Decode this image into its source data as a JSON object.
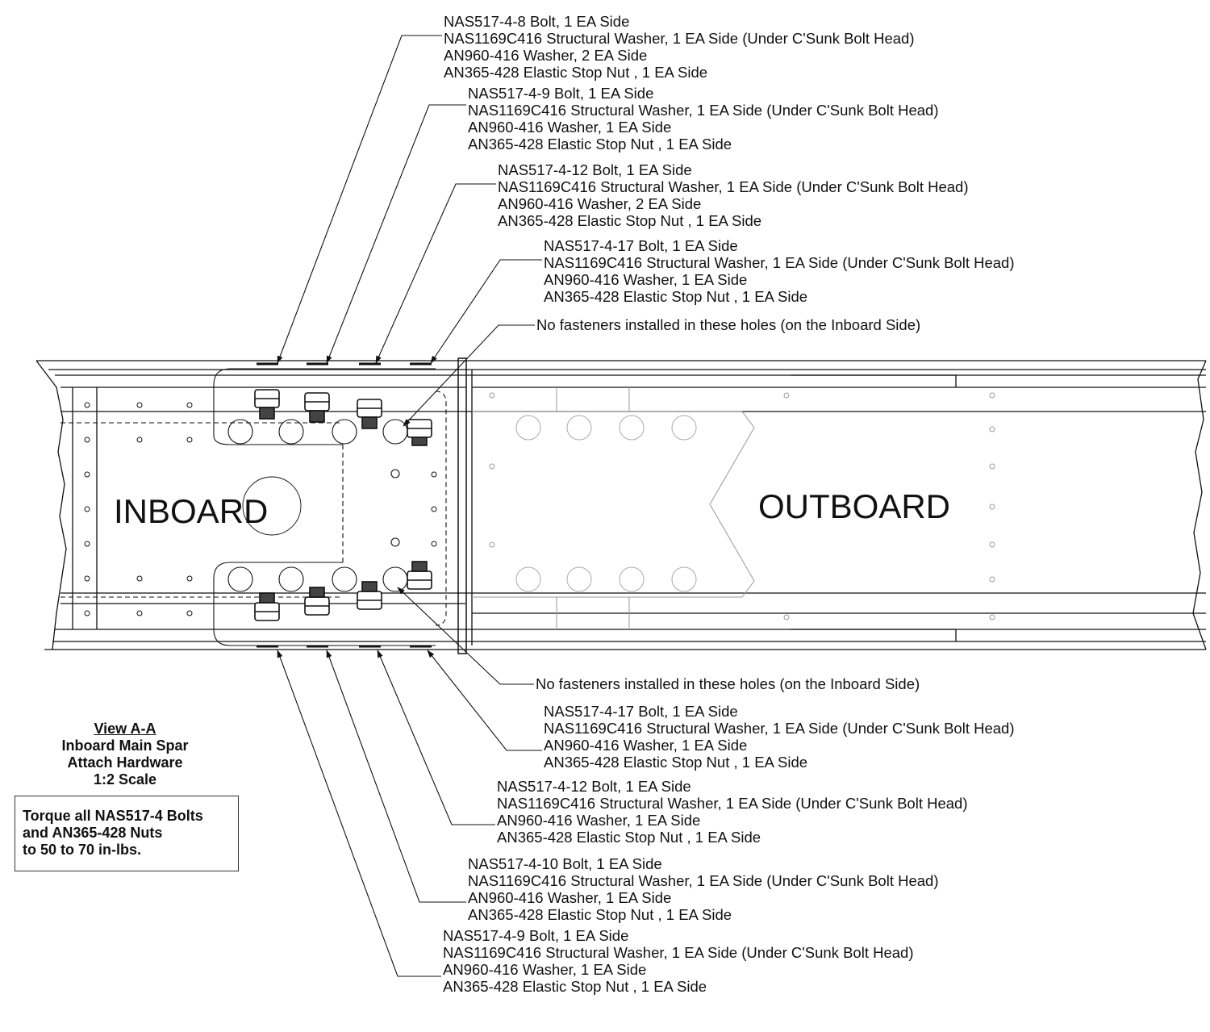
{
  "labels": {
    "inboard": "INBOARD",
    "outboard": "OUTBOARD"
  },
  "callouts_top": [
    {
      "lines": [
        "NAS517-4-8 Bolt, 1 EA Side",
        "NAS1169C416 Structural Washer, 1 EA Side (Under C'Sunk Bolt Head)",
        "AN960-416 Washer, 2 EA Side",
        "AN365-428 Elastic Stop Nut , 1 EA Side"
      ]
    },
    {
      "lines": [
        "NAS517-4-9 Bolt, 1 EA Side",
        "NAS1169C416 Structural Washer, 1 EA Side (Under C'Sunk Bolt Head)",
        "AN960-416 Washer, 1 EA Side",
        "AN365-428 Elastic Stop Nut , 1 EA Side"
      ]
    },
    {
      "lines": [
        "NAS517-4-12 Bolt, 1 EA Side",
        "NAS1169C416 Structural Washer, 1 EA Side (Under C'Sunk Bolt Head)",
        "AN960-416 Washer, 2 EA Side",
        "AN365-428 Elastic Stop Nut , 1 EA Side"
      ]
    },
    {
      "lines": [
        "NAS517-4-17 Bolt, 1 EA Side",
        "NAS1169C416 Structural Washer, 1 EA Side (Under C'Sunk Bolt Head)",
        "AN960-416 Washer, 1 EA Side",
        "AN365-428 Elastic Stop Nut , 1 EA Side"
      ]
    }
  ],
  "notes": {
    "top": "No fasteners installed in these holes (on the Inboard Side)",
    "bottom": "No fasteners installed in these holes (on the Inboard Side)"
  },
  "callouts_bottom": [
    {
      "lines": [
        "NAS517-4-17 Bolt, 1 EA Side",
        "NAS1169C416 Structural Washer, 1 EA Side (Under C'Sunk Bolt Head)",
        "AN960-416 Washer, 1 EA Side",
        "AN365-428 Elastic Stop Nut , 1 EA Side"
      ]
    },
    {
      "lines": [
        "NAS517-4-12 Bolt, 1 EA Side",
        "NAS1169C416 Structural Washer, 1 EA Side (Under C'Sunk Bolt Head)",
        "AN960-416 Washer, 1 EA Side",
        "AN365-428 Elastic Stop Nut , 1 EA Side"
      ]
    },
    {
      "lines": [
        "NAS517-4-10 Bolt, 1 EA Side",
        "NAS1169C416 Structural Washer, 1 EA Side (Under C'Sunk Bolt Head)",
        "AN960-416 Washer, 1 EA Side",
        "AN365-428 Elastic Stop Nut , 1 EA Side"
      ]
    },
    {
      "lines": [
        "NAS517-4-9 Bolt, 1 EA Side",
        "NAS1169C416 Structural Washer, 1 EA Side (Under C'Sunk Bolt Head)",
        "AN960-416 Washer, 1 EA Side",
        "AN365-428 Elastic Stop Nut , 1 EA Side"
      ]
    }
  ],
  "title_block": {
    "view": "View A-A",
    "line1": "Inboard Main Spar",
    "line2": "Attach Hardware",
    "scale": "1:2 Scale"
  },
  "torque_note": [
    "Torque all NAS517-4 Bolts",
    "and AN365-428 Nuts",
    "to 50 to 70 in-lbs."
  ]
}
